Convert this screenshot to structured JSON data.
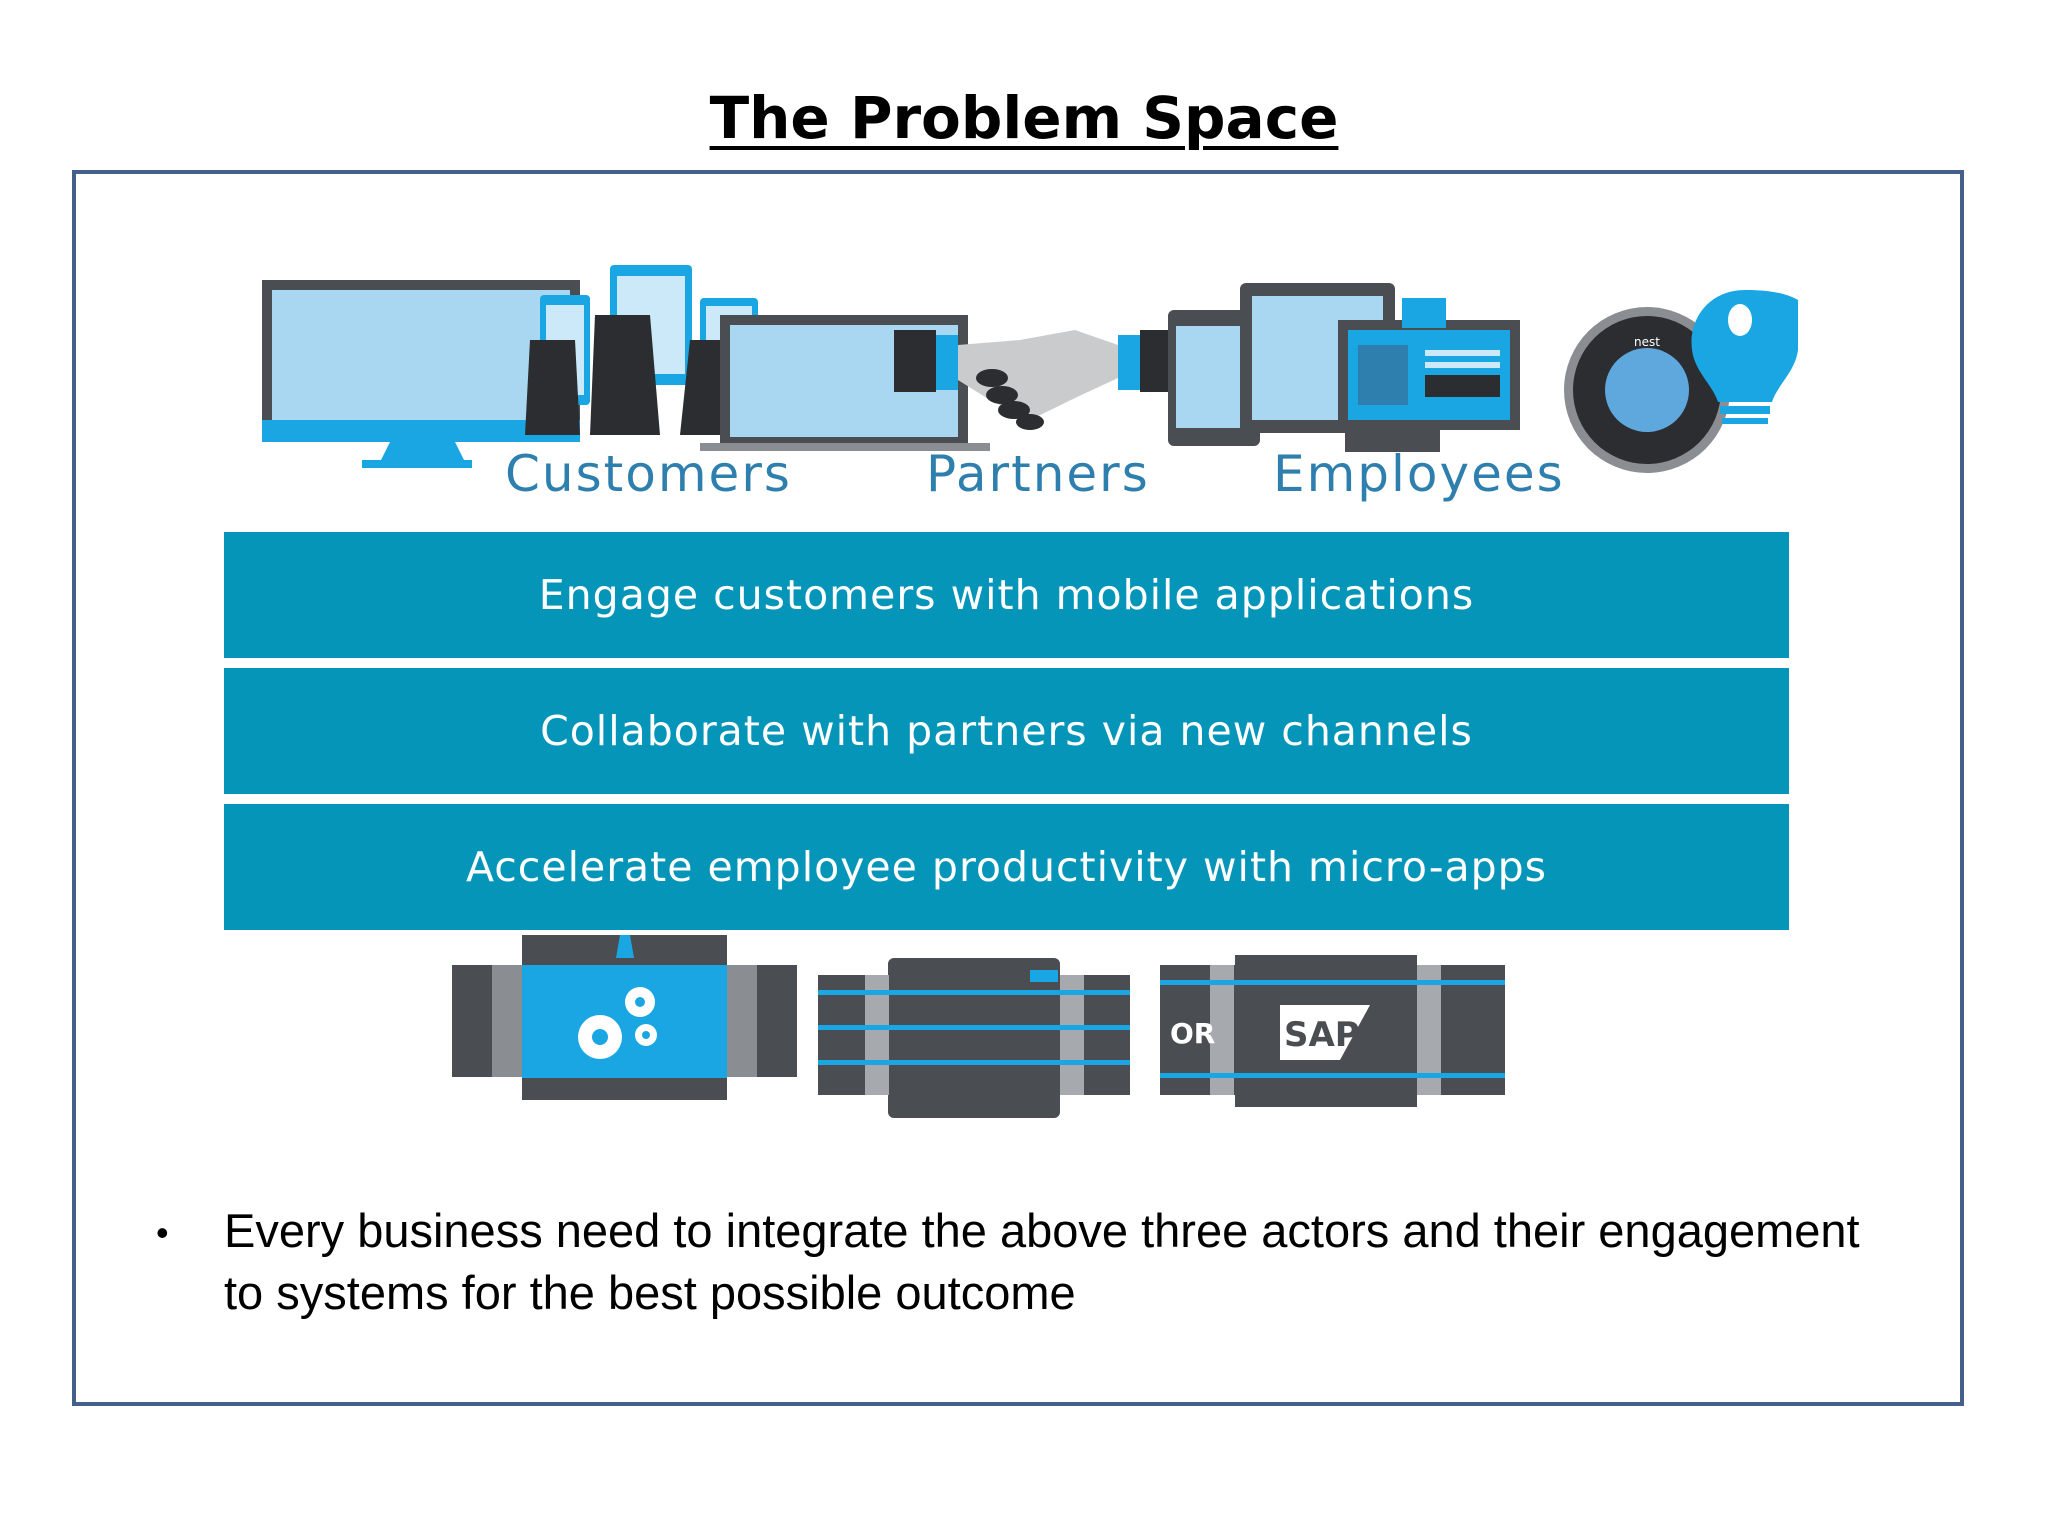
{
  "title": "The Problem Space",
  "actors": [
    "Customers",
    "Partners",
    "Employees"
  ],
  "bands": [
    "Engage customers with mobile applications",
    "Collaborate with partners via new channels",
    "Accelerate employee productivity with micro-apps"
  ],
  "systems": {
    "labels": [
      "OR",
      "SAP"
    ]
  },
  "device_brand": "nest",
  "bullet": "Every business need to integrate the above three actors and their engagement to systems for the best possible outcome",
  "colors": {
    "band": "#0595b9",
    "device_blue": "#19a6e3",
    "device_dark": "#4a4d52",
    "label_blue": "#2e7fae",
    "frame_border": "#44608a"
  }
}
